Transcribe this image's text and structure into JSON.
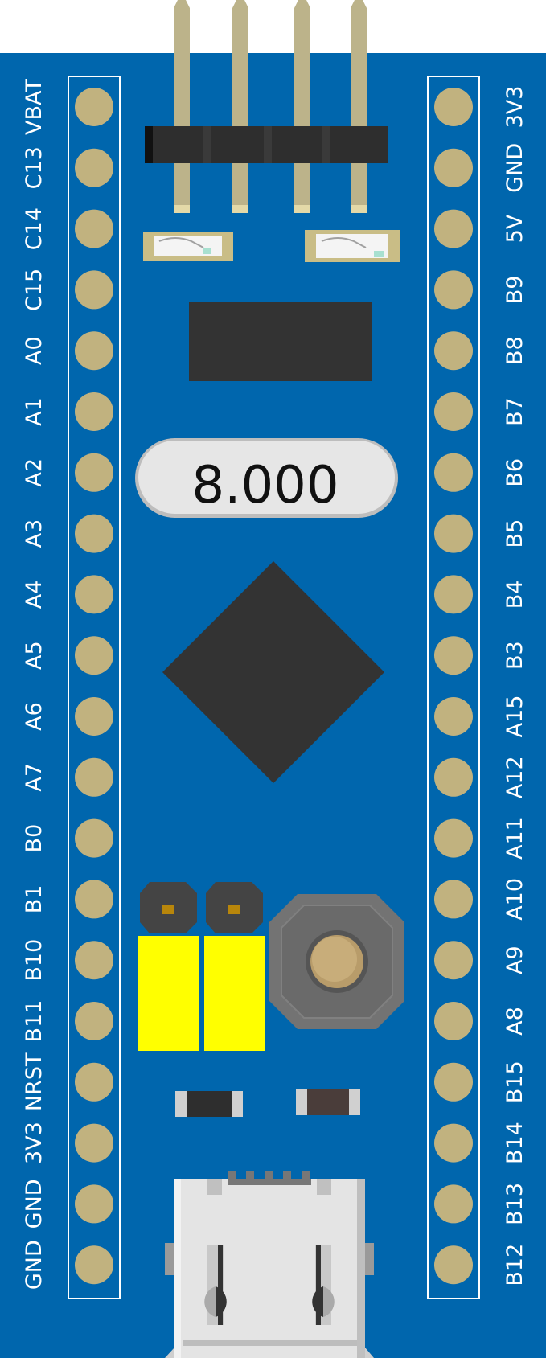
{
  "board": {
    "color": "#0066ad",
    "pad_color": "#c1b27f",
    "header_pin_color": "#bcb38a",
    "left_pins": [
      "VBAT",
      "C13",
      "C14",
      "C15",
      "A0",
      "A1",
      "A2",
      "A3",
      "A4",
      "A5",
      "A6",
      "A7",
      "B0",
      "B1",
      "B10",
      "B11",
      "NRST",
      "3V3",
      "GND",
      "GND"
    ],
    "right_pins": [
      "3V3",
      "GND",
      "5V",
      "B9",
      "B8",
      "B7",
      "B6",
      "B5",
      "B4",
      "B3",
      "A15",
      "A12",
      "A11",
      "A10",
      "A9",
      "A8",
      "B15",
      "B14",
      "B13",
      "B12"
    ],
    "crystal_label": "8.000"
  },
  "components": {
    "top_header": "four-pin-header",
    "leds": [
      "led-left",
      "led-right"
    ],
    "chips": [
      "regulator-chip",
      "mcu-chip"
    ],
    "jumpers": [
      "boot0-jumper",
      "boot1-jumper"
    ],
    "button": "reset-button",
    "resistors": [
      "resistor-left",
      "resistor-right"
    ],
    "usb": "micro-usb-connector"
  }
}
